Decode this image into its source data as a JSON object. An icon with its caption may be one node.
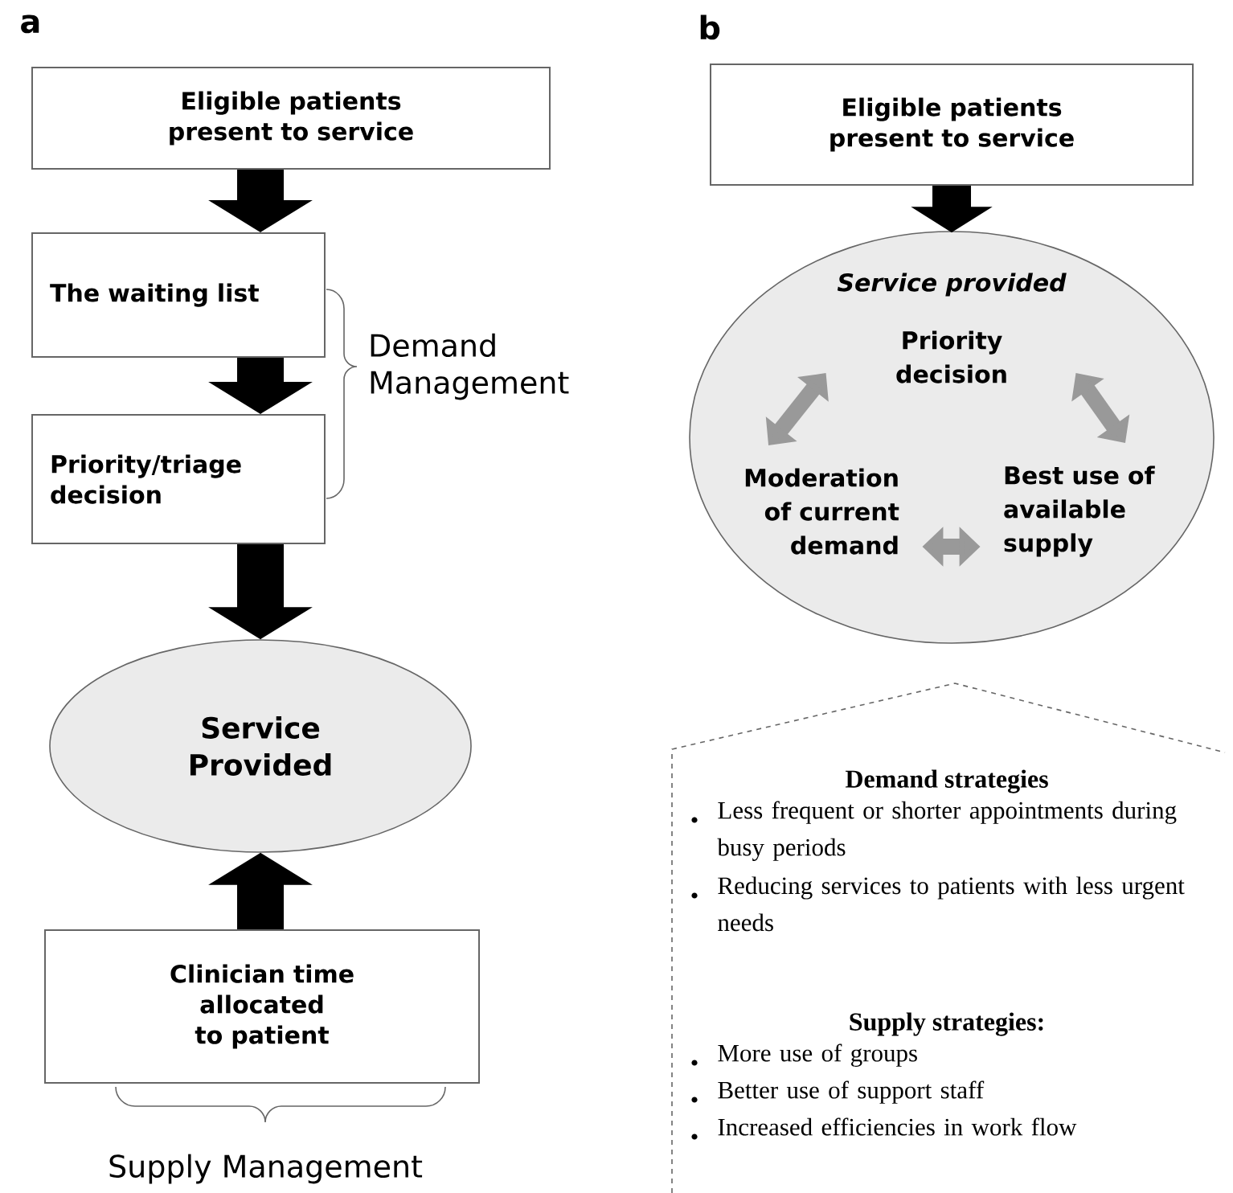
{
  "diagram": {
    "nodes": [
      {
        "text": [
          "Eligible patients present to service"
        ]
      },
      {
        "text": [
          "The waiting list"
        ]
      },
      {
        "text": [
          "Priority/triage decision"
        ]
      },
      {
        "text": [
          "Service Provided"
        ]
      },
      {
        "text": [
          "Clinician time allocated to patient"
        ]
      },
      {
        "text": [
          "Eligible patients present to service"
        ]
      },
      {
        "text": [
          "Service provided"
        ]
      },
      {
        "text": [
          "Priority decision"
        ],
        "in": 6
      },
      {
        "text": [
          "Moderation of current demand"
        ],
        "in": 6
      },
      {
        "text": [
          "Best use of available supply"
        ],
        "in": 6
      },
      {
        "text": [
          "Demand strategies",
          "Less frequent or shorter appointments during busy periods",
          "Reducing services to patients with less urgent needs",
          "Supply strategies:",
          "More use of groups",
          "Better use of support staff",
          "Increased efficiencies in work flow"
        ]
      }
    ],
    "edges": [
      {
        "from": 0,
        "to": 1,
        "arrow": "to"
      },
      {
        "from": 1,
        "to": 2,
        "arrow": "to"
      },
      {
        "from": 2,
        "to": 3,
        "arrow": "to"
      },
      {
        "from": 4,
        "to": 3,
        "arrow": "to"
      },
      {
        "from": 5,
        "to": 6,
        "arrow": "to"
      },
      {
        "from": 8,
        "to": 7,
        "arrow": "both",
        "color": "#999999"
      },
      {
        "from": 7,
        "to": 9,
        "arrow": "both",
        "color": "#999999"
      },
      {
        "from": 8,
        "to": 9,
        "arrow": "both",
        "color": "#999999"
      }
    ],
    "labels": [
      "a",
      "b",
      "Demand Management",
      "Supply Management"
    ]
  }
}
